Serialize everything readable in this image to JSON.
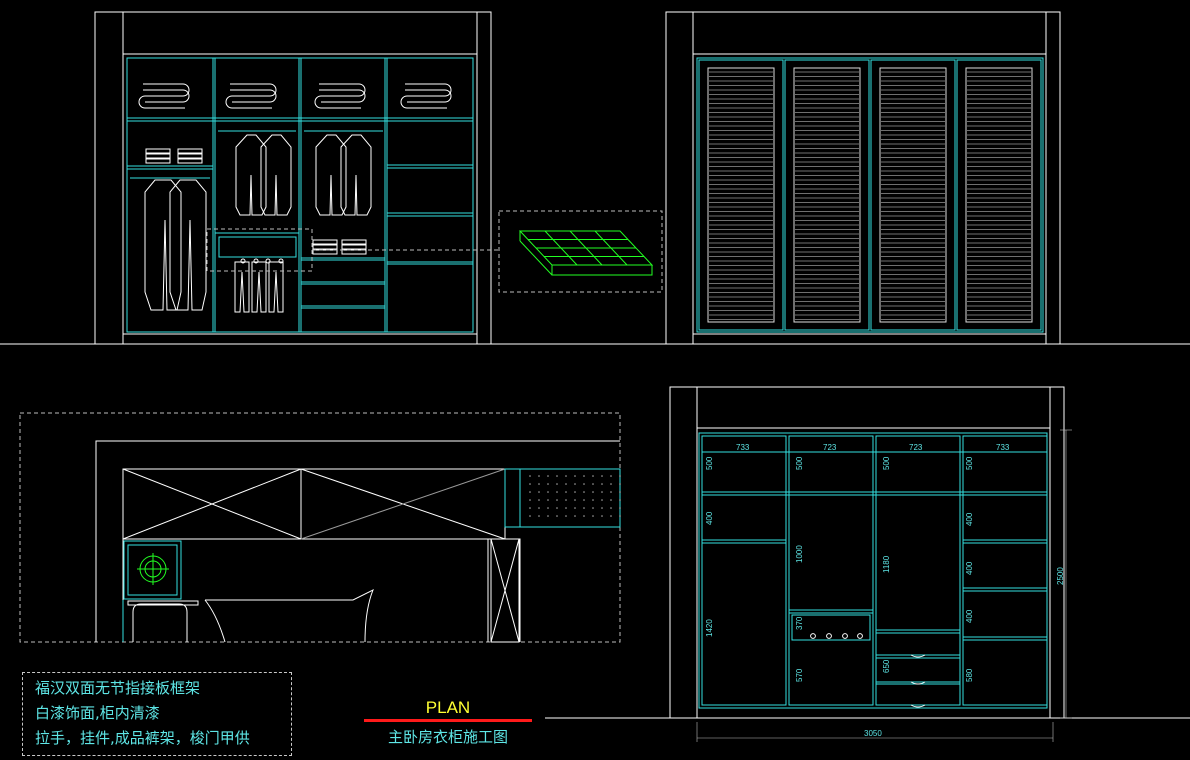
{
  "notes": {
    "lines": [
      "福汉双面无节指接板框架",
      "白漆饰面,柜内清漆",
      "拉手，挂件,成品裤架，梭门甲供"
    ]
  },
  "title_block": {
    "plan_label": "PLAN",
    "subtitle": "主卧房衣柜施工图"
  },
  "dimensions": {
    "column_widths": [
      "733",
      "723",
      "723",
      "733"
    ],
    "col1_heights": [
      "500",
      "400",
      "1420"
    ],
    "col2_heights": [
      "500",
      "1000",
      "370",
      "570"
    ],
    "col3_heights": [
      "500",
      "1180",
      "650"
    ],
    "col4_heights": [
      "500",
      "400",
      "400",
      "400",
      "580"
    ],
    "total_height": "2500",
    "total_width": "3050"
  },
  "colors": {
    "background": "#000000",
    "outline": "#ffffff",
    "cabinet": "#33e0e0",
    "furniture": "#ffffff",
    "detail_highlight": "#22ff22",
    "note_text": "#5ee6e6",
    "plan_label": "#ffff33",
    "plan_underline": "#ff1a1a"
  }
}
